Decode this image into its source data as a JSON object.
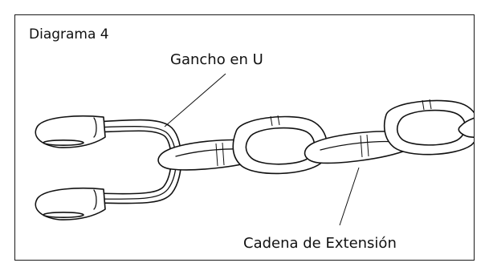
{
  "diagram": {
    "title": "Diagrama 4",
    "labels": {
      "hook": "Gancho en U",
      "chain": "Cadena de Extensión"
    }
  },
  "colors": {
    "stroke": "#111111",
    "background": "#ffffff"
  }
}
